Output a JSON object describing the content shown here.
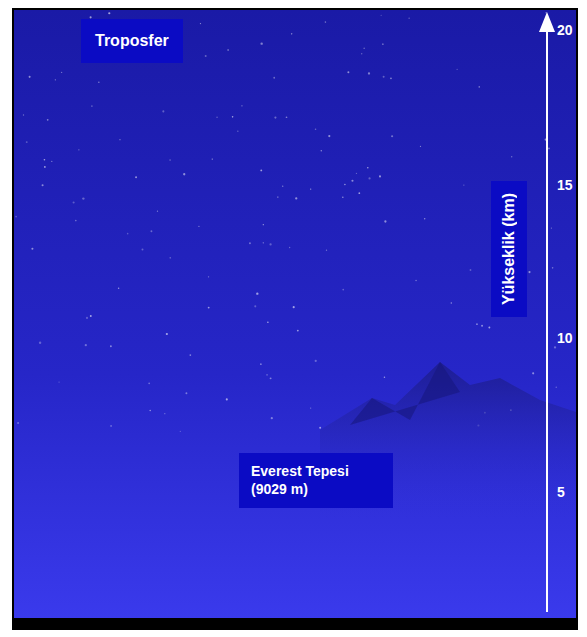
{
  "diagram": {
    "nodes": [
      {
        "text": [
          "Troposfer"
        ]
      },
      {
        "text": [
          "Yükseklik (km)"
        ]
      },
      {
        "text": [
          "Everest Tepesi (9029 m)"
        ]
      }
    ],
    "labels": [
      "20",
      "15",
      "10",
      "5"
    ]
  }
}
